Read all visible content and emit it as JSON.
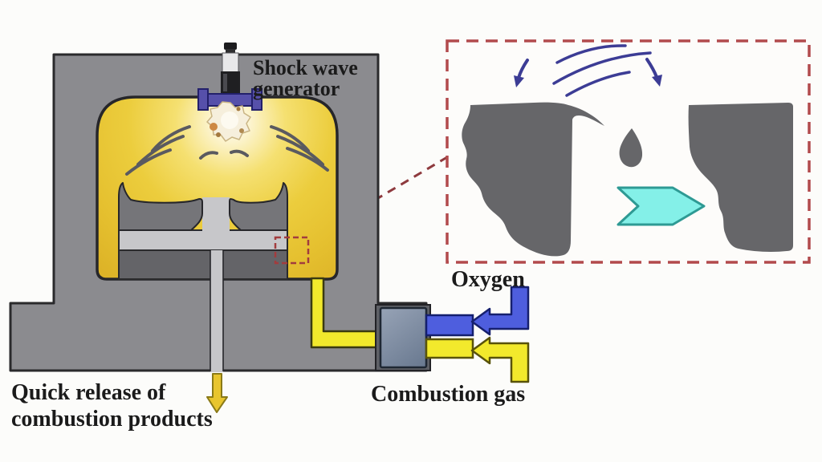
{
  "figure": {
    "type": "scientific-diagram",
    "subject": "shock-wave deburring apparatus with combustion chamber and zoom inset of burr removal",
    "labels": {
      "shock_wave_generator_line1": "Shock wave",
      "shock_wave_generator_line2": "generator",
      "oxygen": "Oxygen",
      "combustion_gas": "Combustion gas",
      "quick_release_line1": "Quick release of",
      "quick_release_line2": "combustion products"
    },
    "colors": {
      "background": "#fcfcfa",
      "housing_gray": "#8b8b8f",
      "chamber_yellow": "#ecd03c",
      "workpiece_gray": "#757579",
      "channel_light_gray": "#c7c7ca",
      "band_dark_gray": "#646468",
      "pipe_yellow": "#f2e92c",
      "pipe_blue": "#4e5ede",
      "valve_blue_gray": "#7e8ca2",
      "spark_bracket_purple": "#5650aa",
      "inset_border_red": "#b24a4c",
      "inset_part_gray": "#666669",
      "shockwave_blue": "#3c3c95",
      "cyan_arrow": "#84f0e8",
      "exhaust_arrow_yellow": "#e8c52e",
      "outline_dark": "#2a2a2c",
      "text_color": "#1b1b1b"
    }
  }
}
